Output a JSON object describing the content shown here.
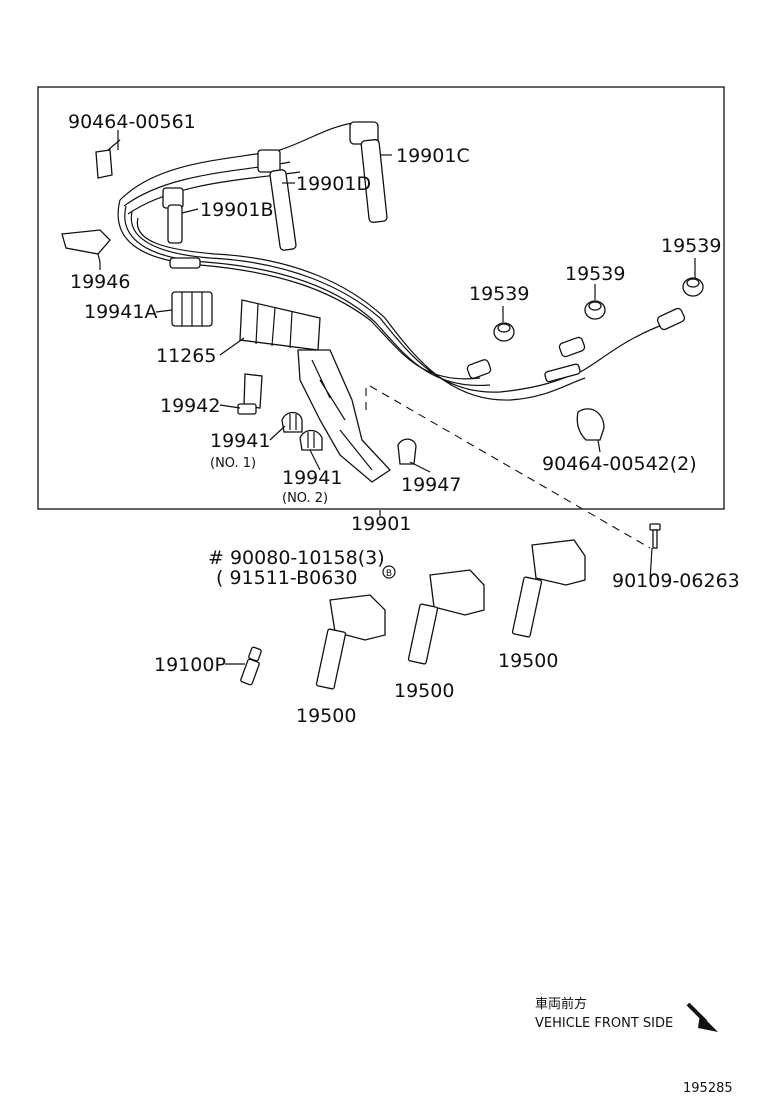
{
  "labels": {
    "p_90464_00561": "90464-00561",
    "p_19901C": "19901C",
    "p_19901D": "19901D",
    "p_19901B": "19901B",
    "p_19946": "19946",
    "p_19941A": "19941A",
    "p_11265": "11265",
    "p_19942": "19942",
    "p_19941_no1": "19941",
    "no1": "(NO. 1)",
    "p_19941_no2": "19941",
    "no2": "(NO. 2)",
    "p_19947": "19947",
    "p_19539_a": "19539",
    "p_19539_b": "19539",
    "p_19539_c": "19539",
    "p_90464_00542": "90464-00542(2)",
    "p_19901": "19901",
    "p_90080": "# 90080-10158(3)",
    "p_91511": "( 91511-B0630",
    "p_90109": "90109-06263",
    "p_19100P": "19100P",
    "p_19500_a": "19500",
    "p_19500_b": "19500",
    "p_19500_c": "19500"
  },
  "footer": {
    "jp": "車両前方",
    "en": "VEHICLE FRONT SIDE",
    "code": "195285"
  }
}
